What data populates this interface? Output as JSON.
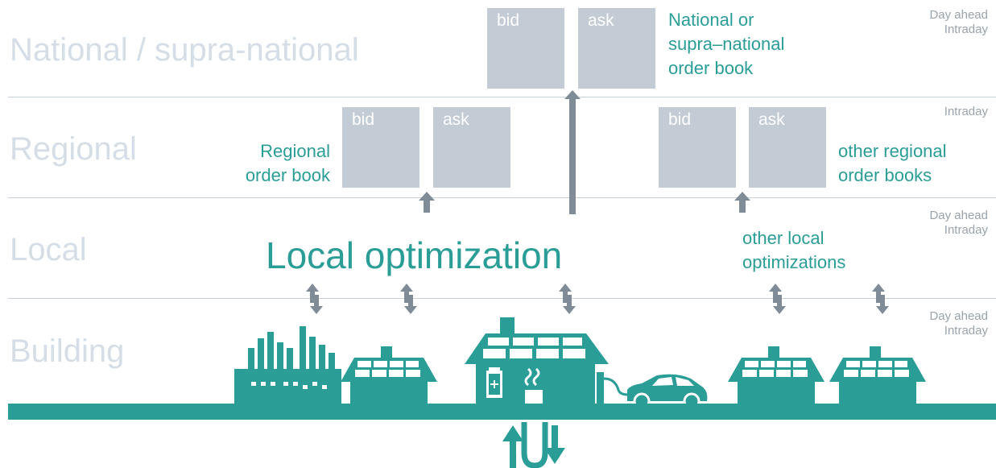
{
  "levels": {
    "national": "National / supra-national",
    "regional": "Regional",
    "local": "Local",
    "building": "Building"
  },
  "markets": {
    "national": [
      "Day ahead",
      "Intraday"
    ],
    "regional": [
      "Intraday"
    ],
    "local": [
      "Day ahead",
      "Intraday"
    ],
    "building": [
      "Day ahead",
      "Intraday"
    ]
  },
  "books": {
    "bid": "bid",
    "ask": "ask"
  },
  "captions": {
    "national_book": [
      "National or",
      "supra–national",
      "order book"
    ],
    "regional_book": [
      "Regional",
      "order book"
    ],
    "other_regional": [
      "other regional",
      "order books"
    ],
    "other_local": [
      "other local",
      "optimizations"
    ],
    "local_optimization": "Local optimization"
  },
  "colors": {
    "teal": "#2a9d97",
    "grey_arrow": "#7f8c97",
    "book_fill": "#c3ccd5",
    "level_text": "#d5dee6"
  }
}
